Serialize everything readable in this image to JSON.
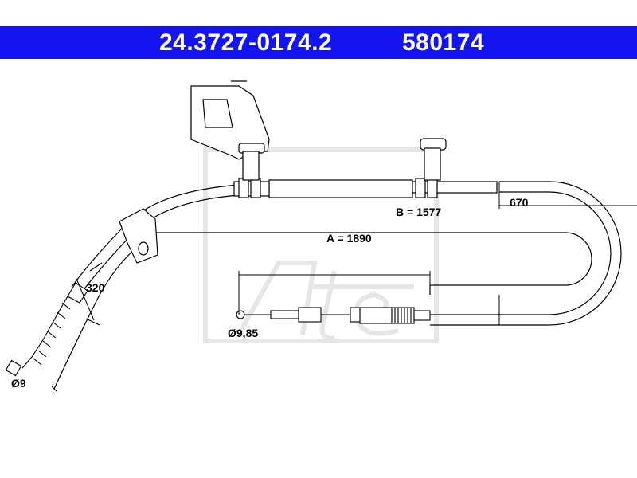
{
  "header": {
    "part_number": "24.3727-0174.2",
    "reference": "580174"
  },
  "dimensions": {
    "b_length": "B = 1577",
    "a_length": "A = 1890",
    "end_length": "670",
    "segment_length": "320",
    "diameter_right": "Ø9,85",
    "diameter_left": "Ø9"
  },
  "colors": {
    "header_bg": "#1414f0",
    "header_text": "#ffffff",
    "line": "#000000",
    "watermark": "#e6e6e6"
  }
}
